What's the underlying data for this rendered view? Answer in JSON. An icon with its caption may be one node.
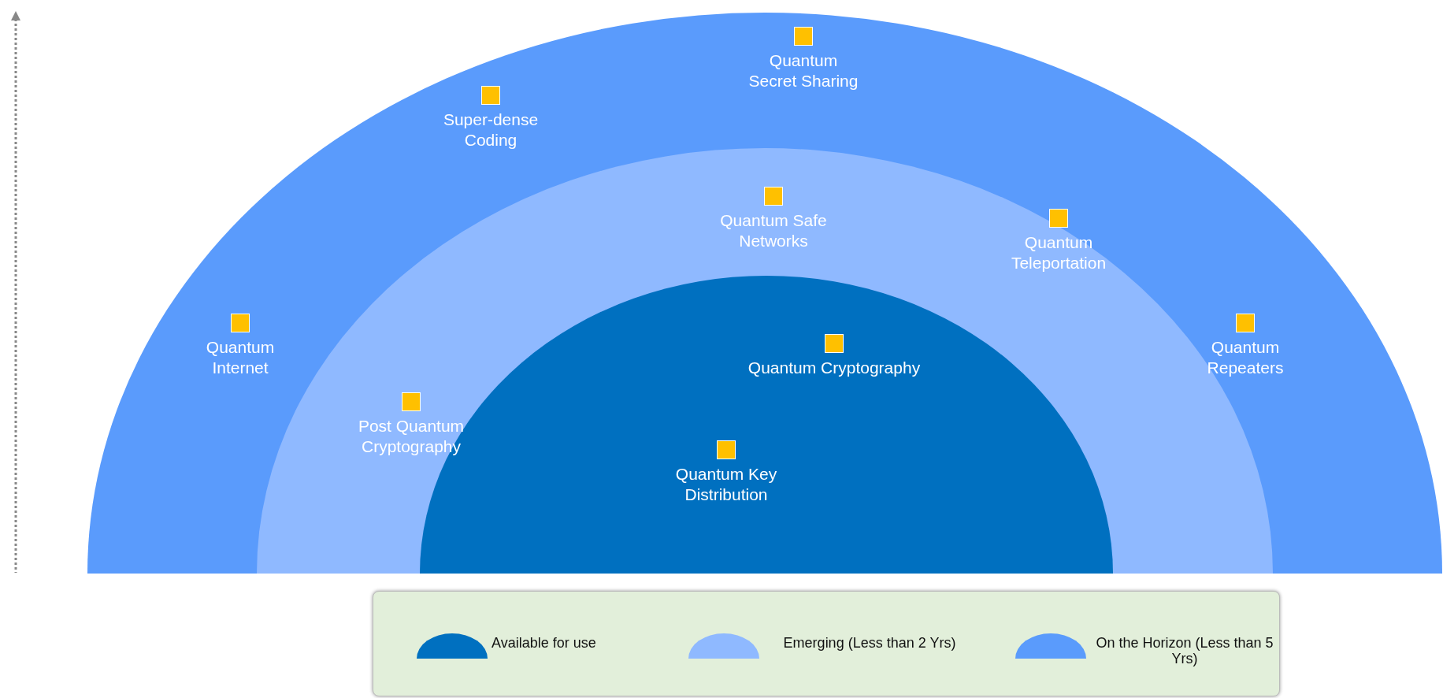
{
  "diagram": {
    "labels": [
      "Quantum Secret Sharing",
      "Super-dense Coding",
      "Quantum Safe Networks",
      "Quantum Teleportation",
      "Quantum Internet",
      "Quantum Repeaters",
      "Quantum Cryptography",
      "Post Quantum Cryptography",
      "Quantum Key Distribution"
    ],
    "legend": [
      {
        "text": "Available for use",
        "color": "#0070c0"
      },
      {
        "text": "Emerging (Less than 2 Yrs)",
        "color": "#8fb9ff"
      },
      {
        "text": "On the Horizon (Less than 5 Yrs)",
        "color": "#5a9bfc"
      }
    ]
  }
}
